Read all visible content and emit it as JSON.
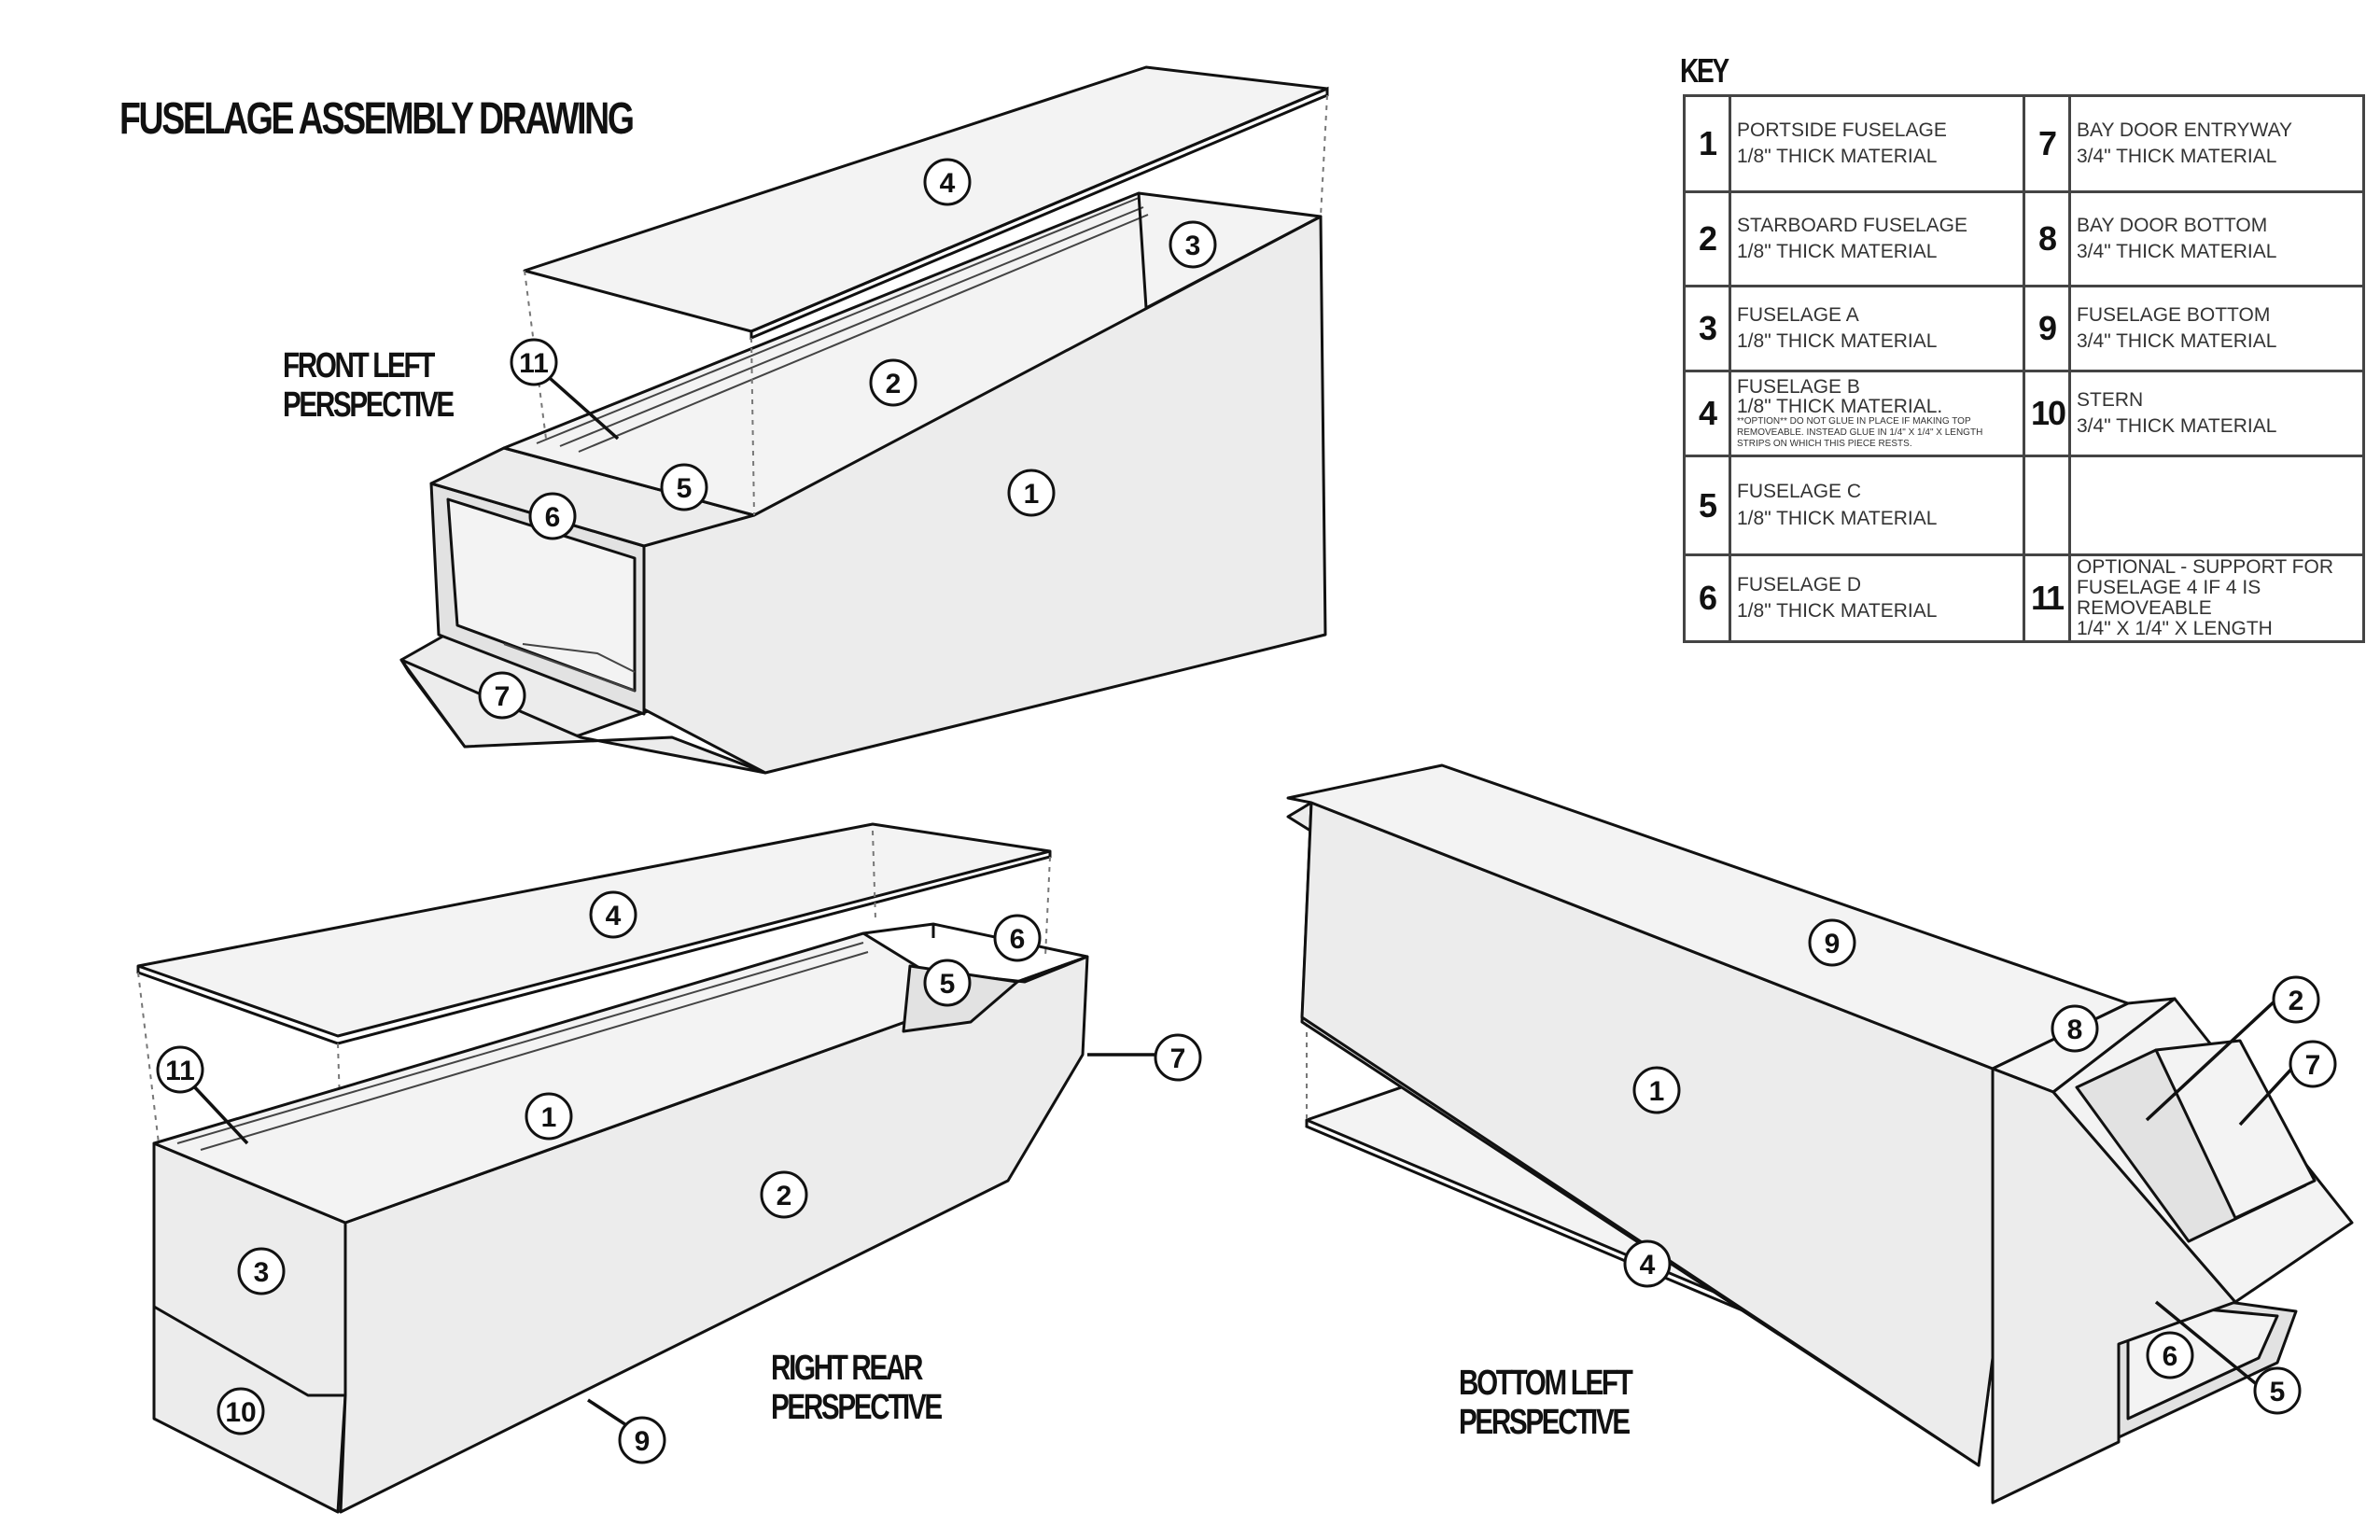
{
  "title": "FUSELAGE ASSEMBLY DRAWING",
  "views": {
    "front_left": [
      "FRONT LEFT",
      "PERSPECTIVE"
    ],
    "right_rear": [
      "RIGHT REAR",
      "PERSPECTIVE"
    ],
    "bottom_left": [
      "BOTTOM LEFT",
      "PERSPECTIVE"
    ]
  },
  "key": {
    "title": "KEY",
    "rows": [
      {
        "left": {
          "num": "1",
          "name": "PORTSIDE FUSELAGE",
          "material": "1/8\" THICK MATERIAL"
        },
        "right": {
          "num": "7",
          "name": "BAY DOOR ENTRYWAY",
          "material": "3/4\" THICK MATERIAL"
        }
      },
      {
        "left": {
          "num": "2",
          "name": "STARBOARD FUSELAGE",
          "material": "1/8\" THICK MATERIAL"
        },
        "right": {
          "num": "8",
          "name": "BAY DOOR BOTTOM",
          "material": "3/4\" THICK MATERIAL"
        }
      },
      {
        "left": {
          "num": "3",
          "name": "FUSELAGE A",
          "material": "1/8\" THICK MATERIAL"
        },
        "right": {
          "num": "9",
          "name": "FUSELAGE BOTTOM",
          "material": "3/4\" THICK MATERIAL"
        }
      },
      {
        "left": {
          "num": "4",
          "name": "FUSELAGE B",
          "material": "1/8\" THICK MATERIAL.",
          "note": "**OPTION** DO NOT GLUE IN PLACE IF MAKING TOP REMOVEABLE. INSTEAD GLUE IN 1/4\" X 1/4\" X LENGTH STRIPS ON WHICH THIS PIECE RESTS."
        },
        "right": {
          "num": "10",
          "name": "STERN",
          "material": "3/4\" THICK MATERIAL"
        }
      },
      {
        "left": {
          "num": "5",
          "name": "FUSELAGE C",
          "material": "1/8\" THICK MATERIAL"
        },
        "right": {
          "num": "",
          "name": "",
          "material": ""
        }
      },
      {
        "left": {
          "num": "6",
          "name": "FUSELAGE D",
          "material": "1/8\" THICK MATERIAL"
        },
        "right": {
          "num": "11",
          "name": "OPTIONAL - SUPPORT FOR",
          "name2": "FUSELAGE 4 IF 4 IS REMOVEABLE",
          "material": "1/4\" X 1/4\" X LENGTH"
        }
      }
    ]
  },
  "callouts": [
    "1",
    "2",
    "3",
    "4",
    "5",
    "6",
    "7",
    "8",
    "9",
    "10",
    "11"
  ]
}
